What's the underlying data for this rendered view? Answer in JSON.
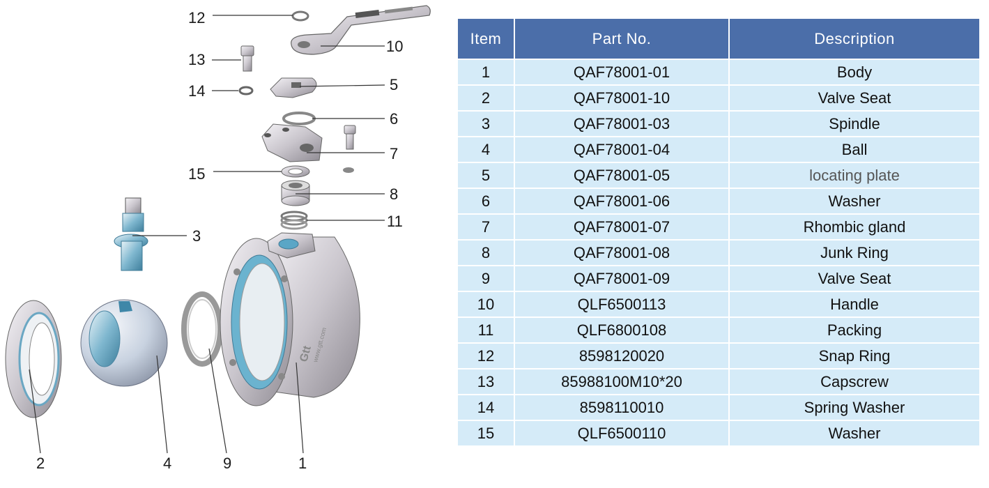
{
  "diagram": {
    "callouts": [
      "12",
      "10",
      "13",
      "5",
      "14",
      "6",
      "7",
      "15",
      "8",
      "11",
      "3",
      "2",
      "4",
      "9",
      "1"
    ],
    "engravings": [
      "Gtt",
      "www.gtt.com"
    ]
  },
  "table": {
    "headers": {
      "item": "Item",
      "part_no": "Part No.",
      "description": "Description"
    },
    "rows": [
      {
        "item": "1",
        "part_no": "QAF78001-01",
        "description": "Body"
      },
      {
        "item": "2",
        "part_no": "QAF78001-10",
        "description": "Valve Seat"
      },
      {
        "item": "3",
        "part_no": "QAF78001-03",
        "description": "Spindle"
      },
      {
        "item": "4",
        "part_no": "QAF78001-04",
        "description": "Ball"
      },
      {
        "item": "5",
        "part_no": "QAF78001-05",
        "description": "locating plate"
      },
      {
        "item": "6",
        "part_no": "QAF78001-06",
        "description": "Washer"
      },
      {
        "item": "7",
        "part_no": "QAF78001-07",
        "description": "Rhombic gland"
      },
      {
        "item": "8",
        "part_no": "QAF78001-08",
        "description": "Junk Ring"
      },
      {
        "item": "9",
        "part_no": "QAF78001-09",
        "description": "Valve Seat"
      },
      {
        "item": "10",
        "part_no": "QLF6500113",
        "description": "Handle"
      },
      {
        "item": "11",
        "part_no": "QLF6800108",
        "description": "Packing"
      },
      {
        "item": "12",
        "part_no": "8598120020",
        "description": "Snap Ring"
      },
      {
        "item": "13",
        "part_no": "85988100M10*20",
        "description": "Capscrew"
      },
      {
        "item": "14",
        "part_no": "8598110010",
        "description": "Spring Washer"
      },
      {
        "item": "15",
        "part_no": "QLF6500110",
        "description": "Washer"
      }
    ]
  },
  "colors": {
    "header_bg": "#4b6ea9",
    "row_bg": "#d5ebf8",
    "metal": "#c9c5cc",
    "seat_blue": "#5aa6c6"
  }
}
